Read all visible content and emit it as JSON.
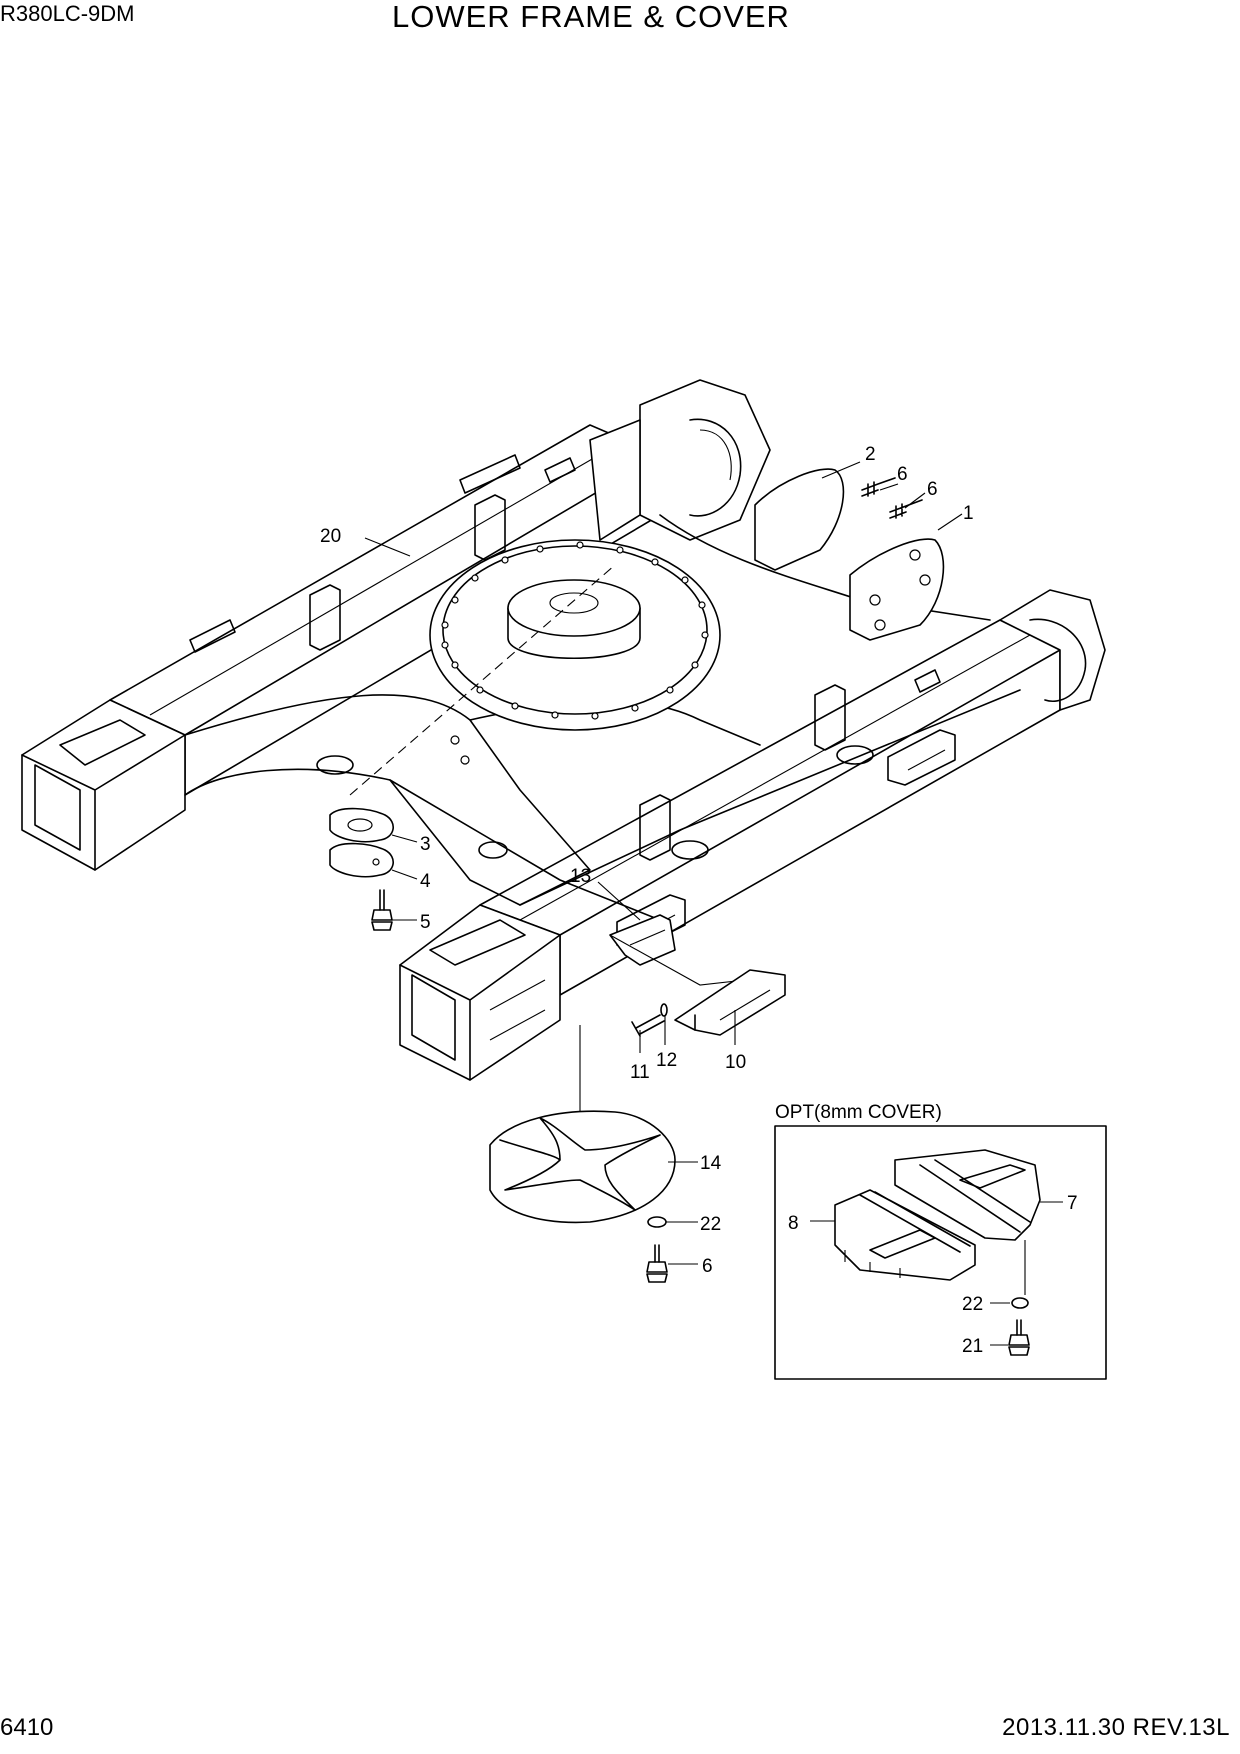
{
  "header": {
    "model": "R380LC-9DM",
    "title": "LOWER FRAME & COVER"
  },
  "footer": {
    "page_number": "6410",
    "revision": "2013.11.30  REV.13L"
  },
  "option_box": {
    "label": "OPT(8mm COVER)"
  },
  "callouts": {
    "c1": "1",
    "c2": "2",
    "c3": "3",
    "c4": "4",
    "c5": "5",
    "c6a": "6",
    "c6b": "6",
    "c6c": "6",
    "c7": "7",
    "c8": "8",
    "c10": "10",
    "c11": "11",
    "c12": "12",
    "c13": "13",
    "c14": "14",
    "c20": "20",
    "c21": "21",
    "c22a": "22",
    "c22b": "22"
  }
}
